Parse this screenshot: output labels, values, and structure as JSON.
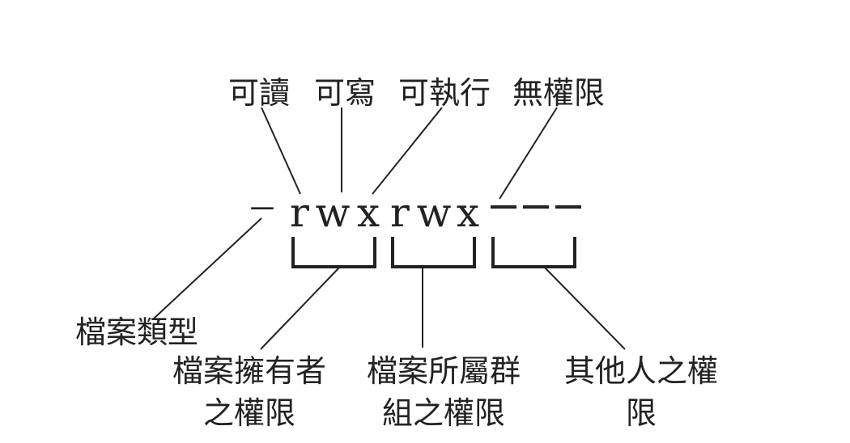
{
  "diagram": {
    "top_labels": {
      "read": "可讀",
      "write": "可寫",
      "execute": "可執行",
      "no_permission": "無權限"
    },
    "permission_chars": {
      "type": "－",
      "owner_r": "r",
      "owner_w": "w",
      "owner_x": "x",
      "group_r": "r",
      "group_w": "w",
      "group_x": "x",
      "others": [
        "-",
        "-",
        "-"
      ]
    },
    "bottom_labels": {
      "file_type": "檔案類型",
      "owner_line1": "檔案擁有者",
      "owner_line2": "之權限",
      "group_line1": "檔案所屬群",
      "group_line2": "組之權限",
      "others_line1": "其他人之權",
      "others_line2": "限"
    },
    "colors": {
      "ink": "#222222",
      "background": "#ffffff"
    }
  }
}
